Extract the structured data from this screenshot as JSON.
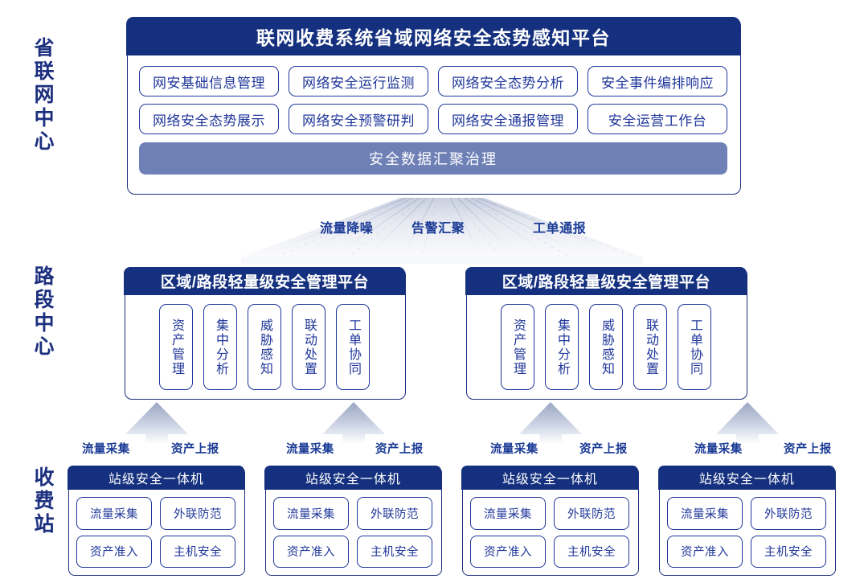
{
  "tiers": [
    {
      "name": "province-center",
      "label": "省联网中心"
    },
    {
      "name": "section-center",
      "label": "路段中心"
    },
    {
      "name": "toll-station",
      "label": "收费站"
    }
  ],
  "province": {
    "title": "联网收费系统省域网络安全态势感知平台",
    "modules": [
      "网安基础信息管理",
      "网络安全运行监测",
      "网络安全态势分析",
      "安全事件编排响应",
      "网络安全态势展示",
      "网络安全预警研判",
      "网络安全通报管理",
      "安全运营工作台"
    ],
    "data_band": "安全数据汇聚治理"
  },
  "flows": {
    "to_province": [
      "流量降噪",
      "告警汇聚",
      "工单通报"
    ],
    "to_section": [
      "流量采集",
      "资产上报"
    ]
  },
  "section_platforms": [
    {
      "title": "区域/路段轻量级安全管理平台",
      "capabilities": [
        "资产管理",
        "集中分析",
        "威胁感知",
        "联动处置",
        "工单协同"
      ]
    },
    {
      "title": "区域/路段轻量级安全管理平台",
      "capabilities": [
        "资产管理",
        "集中分析",
        "威胁感知",
        "联动处置",
        "工单协同"
      ]
    }
  ],
  "stations": [
    {
      "title": "站级安全一体机",
      "modules": [
        "流量采集",
        "外联防范",
        "资产准入",
        "主机安全"
      ]
    },
    {
      "title": "站级安全一体机",
      "modules": [
        "流量采集",
        "外联防范",
        "资产准入",
        "主机安全"
      ]
    },
    {
      "title": "站级安全一体机",
      "modules": [
        "流量采集",
        "外联防范",
        "资产准入",
        "主机安全"
      ]
    },
    {
      "title": "站级安全一体机",
      "modules": [
        "流量采集",
        "外联防范",
        "资产准入",
        "主机安全"
      ]
    }
  ],
  "colors": {
    "navy_header": "#14307e",
    "navy_border": "#1b2f7e",
    "pill_border": "#20379a",
    "band_slate": "#6e80b6",
    "label_blue": "#1b3b96",
    "background": "#ffffff"
  }
}
